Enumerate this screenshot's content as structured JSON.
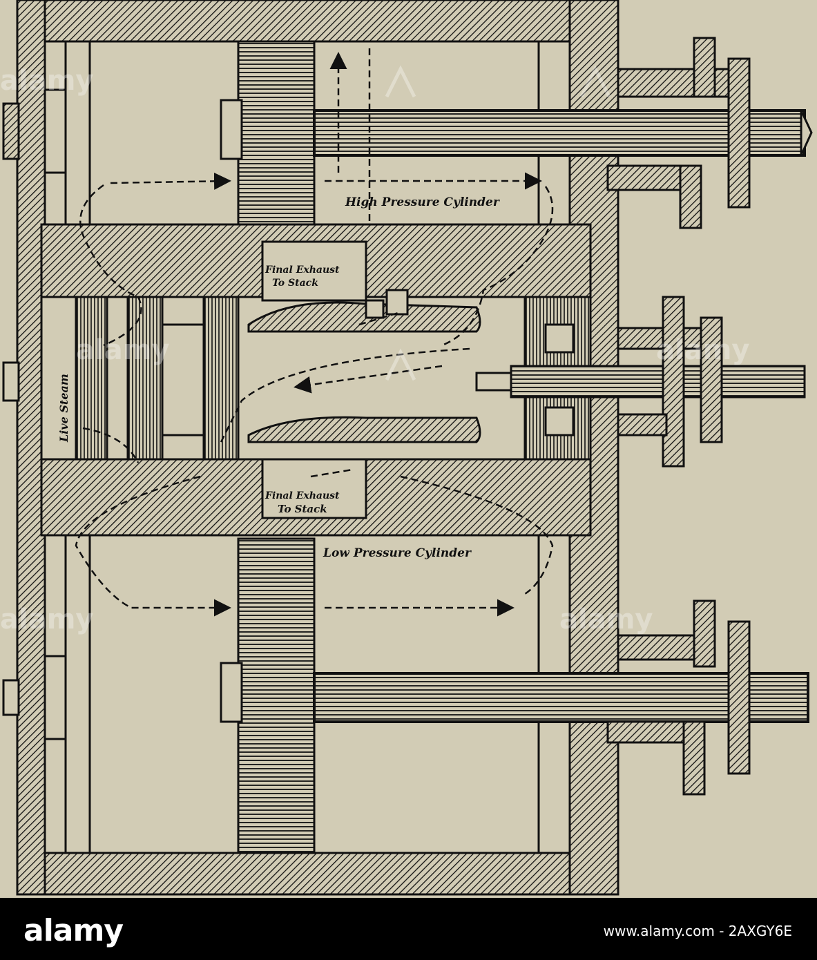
{
  "labels": {
    "high_pressure": "High Pressure Cylinder",
    "low_pressure": "Low Pressure Cylinder",
    "exhaust_top_1": "Final Exhaust",
    "exhaust_top_2": "To Stack",
    "exhaust_bottom_1": "Final Exhaust",
    "exhaust_bottom_2": "To Stack",
    "live_steam": "Live Steam"
  },
  "watermark": {
    "text": "alamy",
    "icon": "alamy-a-icon"
  },
  "footer": {
    "logo": "alamy",
    "image_id": "www.alamy.com - 2AXGY6E"
  },
  "colors": {
    "paper": "#d2ccb5",
    "ink": "#111111",
    "footer_bg": "#000000"
  }
}
